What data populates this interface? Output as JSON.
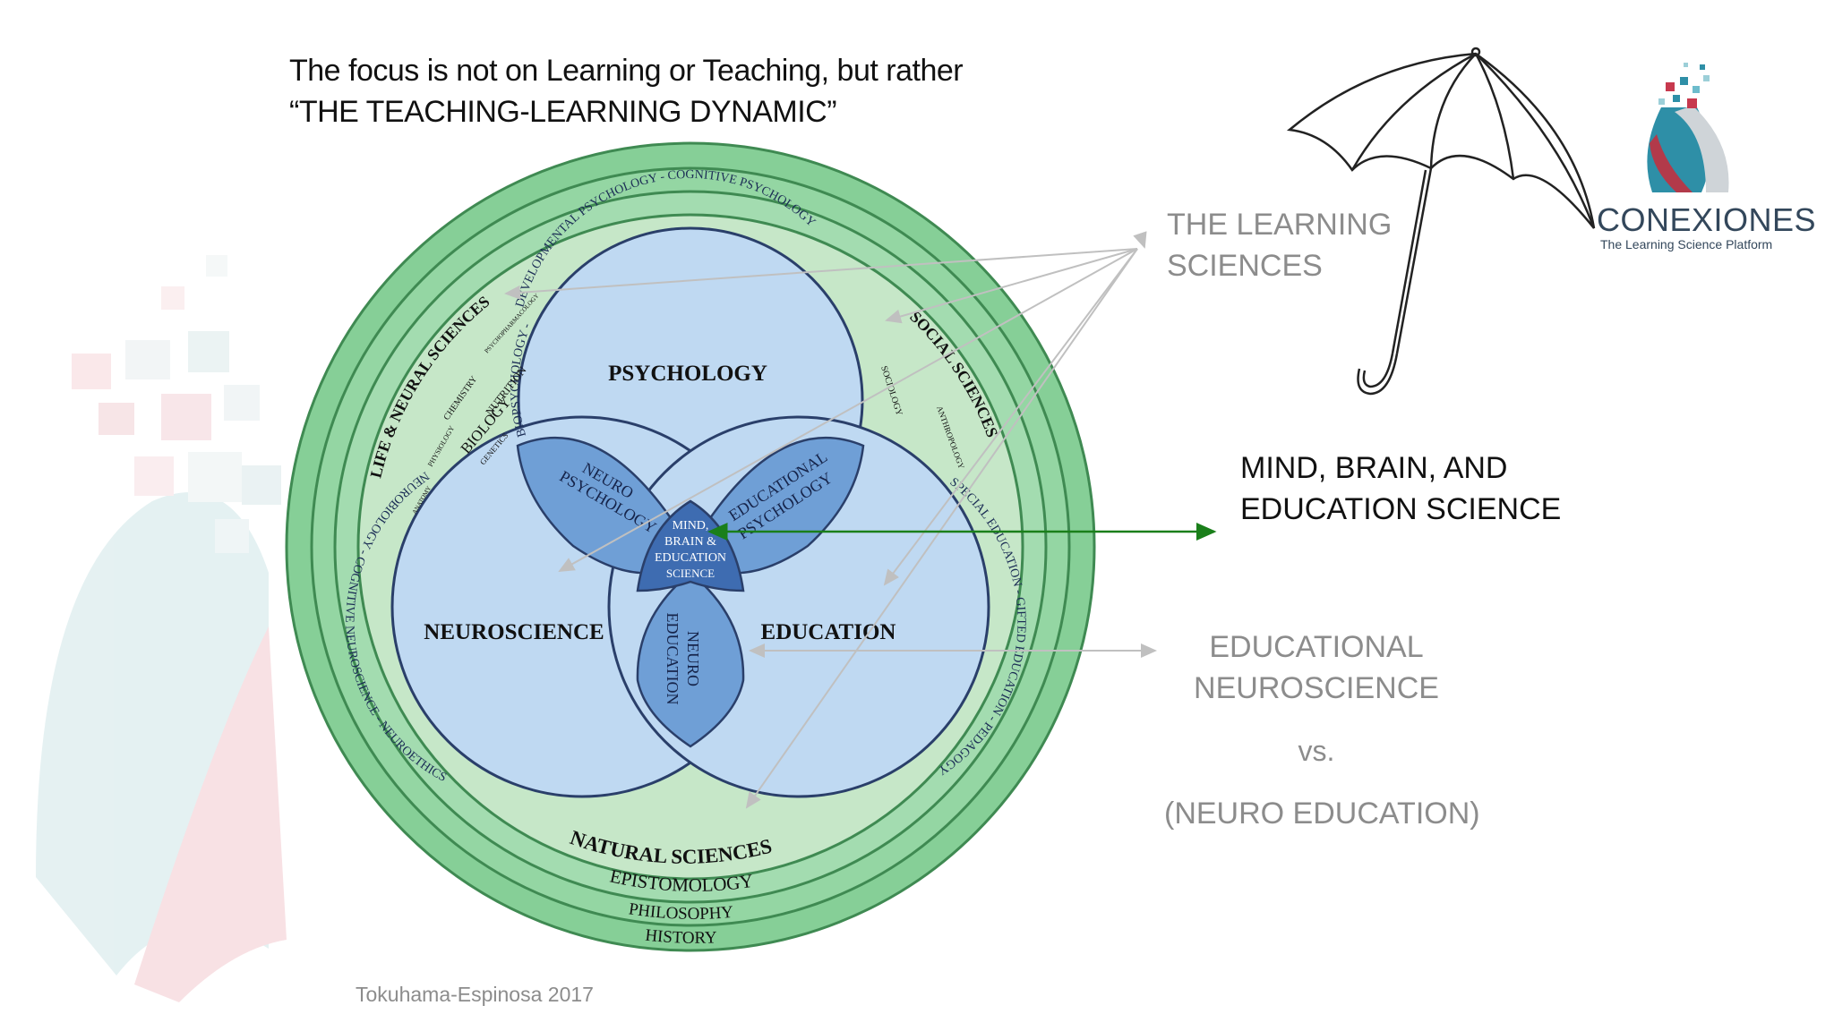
{
  "heading": {
    "line1": "The focus is not on Learning or Teaching, but rather",
    "line2": "“THE TEACHING-LEARNING DYNAMIC”"
  },
  "labels": {
    "learning_sciences_1": "THE LEARNING",
    "learning_sciences_2": "SCIENCES",
    "mbe_1": "MIND, BRAIN, AND",
    "mbe_2": "EDUCATION SCIENCE",
    "edneuro_1": "EDUCATIONAL",
    "edneuro_2": "NEUROSCIENCE",
    "vs": "vs.",
    "neuroed": "(NEURO EDUCATION)"
  },
  "citation": "Tokuhama-Espinosa 2017",
  "brand": {
    "name": "CONEXIONES",
    "tagline": "The Learning Science Platform"
  },
  "diagram": {
    "psychology": "PSYCHOLOGY",
    "neuroscience": "NEUROSCIENCE",
    "education": "EDUCATION",
    "neuro_psychology_1": "NEURO",
    "neuro_psychology_2": "PSYCHOLOGY",
    "educational_psychology_1": "EDUCATIONAL",
    "educational_psychology_2": "PSYCHOLOGY",
    "neuro_education_1": "NEURO",
    "neuro_education_2": "EDUCATION",
    "center_1": "MIND,",
    "center_2": "BRAIN &",
    "center_3": "EDUCATION",
    "center_4": "SCIENCE",
    "ring_psych": "DEVELOPMENTAL PSYCHOLOGY - COGNITIVE PSYCHOLOGY",
    "ring_biopsych": "BIOPSYCHOLOGY -",
    "ring_neuro": "NEUROBIOLOGY - COGNITIVE NEUROSCIENCE - NEUROETHICS",
    "ring_edu": "SPECIAL EDUCATION - GIFTED EDUCATION - PEDAGOGY",
    "life_neural": "LIFE & NEURAL SCIENCES",
    "social": "SOCIAL SCIENCES",
    "natural": "NATURAL SCIENCES",
    "epistomology": "EPISTOMOLOGY",
    "philosophy": "PHILOSOPHY",
    "history": "HISTORY",
    "small_biology": "BIOLOGY",
    "small_chemistry": "CHEMISTRY",
    "small_nutrition": "NUTRITION",
    "small_genetics": "GENETICS",
    "small_physiology": "PHYSIOLOGY",
    "small_anatomy": "ANATOMY",
    "small_psychopharmacology": "PSYCHOPHARMACOLOGY",
    "small_sociology": "SOCIOLOGY",
    "small_anthropology": "ANTHROPOLOGY"
  },
  "colors": {
    "outer_ring": "#86cf97",
    "inner_ring": "#c6e7c8",
    "circle_fill": "#bfd9f2",
    "overlap": "#6f9fd6",
    "center": "#3e6cb1",
    "arrow_gray": "#c0c0c0",
    "arrow_green": "#1a7f1a"
  }
}
